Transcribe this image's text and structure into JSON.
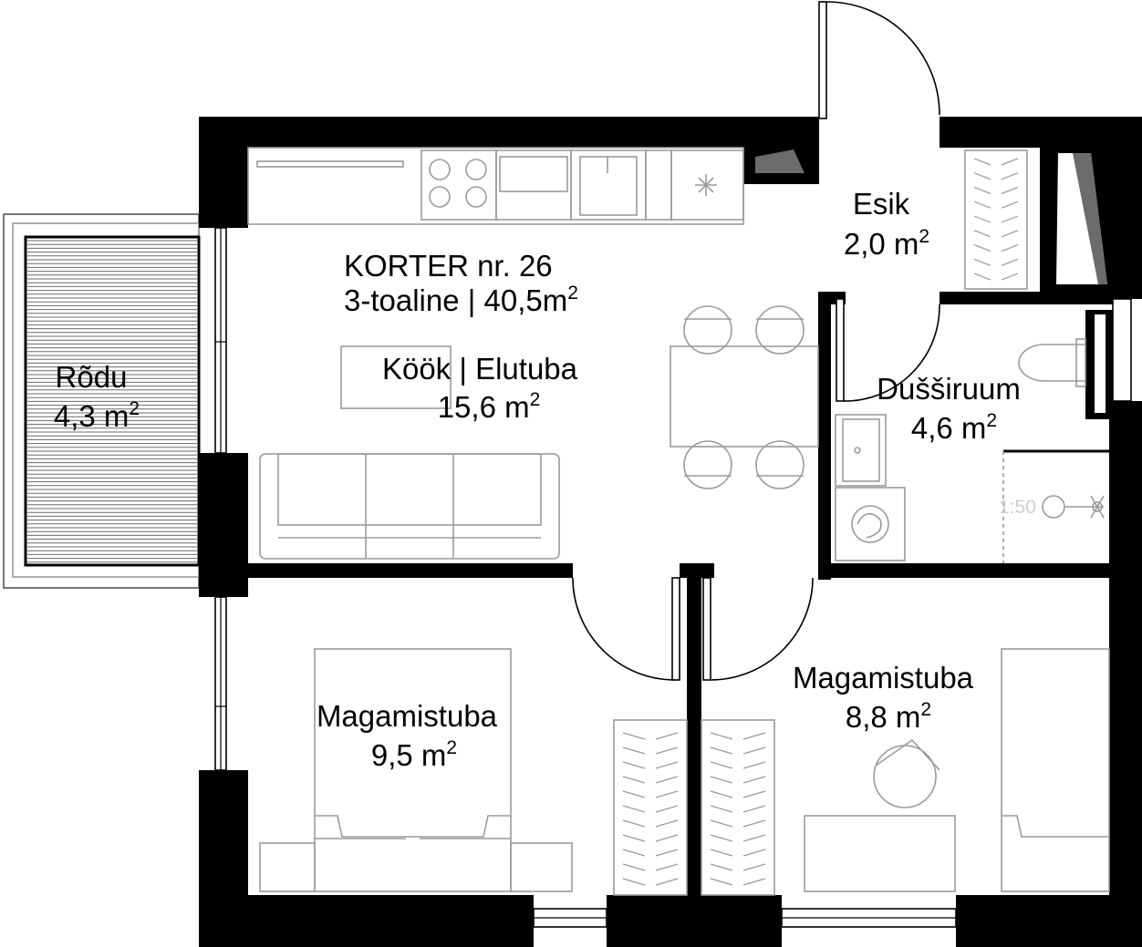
{
  "apartment": {
    "title_prefix": "KORTER nr.",
    "number": "26",
    "subtitle": "3-toaline | 40,5m",
    "subtitle_sup": "2"
  },
  "rooms": {
    "kitchen": {
      "name": "Köök | Elutuba",
      "area": "15,6",
      "unit": "m",
      "sup": "2"
    },
    "entrance": {
      "name": "Esik",
      "area": "2,0",
      "unit": "m",
      "sup": "2"
    },
    "shower": {
      "name": "Dušširuum",
      "area": "4,6",
      "unit": "m",
      "sup": "2"
    },
    "balcony": {
      "name": "Rõdu",
      "area": "4,3",
      "unit": "m",
      "sup": "2"
    },
    "bedroom_left": {
      "name": "Magamistuba",
      "area": "9,5",
      "unit": "m",
      "sup": "2"
    },
    "bedroom_right": {
      "name": "Magamistuba",
      "area": "8,8",
      "unit": "m",
      "sup": "2"
    }
  },
  "scale": "1:50"
}
